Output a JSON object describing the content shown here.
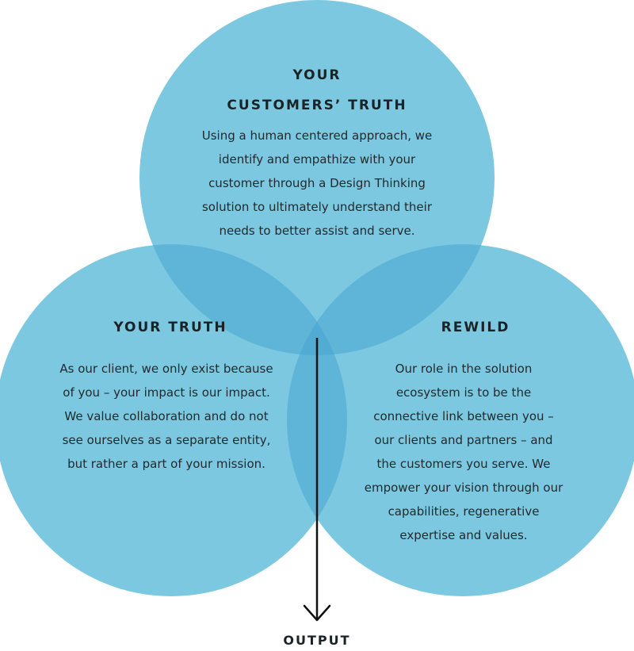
{
  "colors": {
    "circle": "#7cc8e0",
    "overlap_two": "#5eb5d8",
    "overlap_three": "#52abd3",
    "arrow": "#111111",
    "background": "#ffffff"
  },
  "top_circle": {
    "heading_lines": [
      "YOUR",
      "CUSTOMERS’ TRUTH"
    ],
    "body_lines": [
      "Using a human centered approach, we",
      "identify and empathize with your",
      "customer through a Design Thinking",
      "solution to ultimately understand their",
      "needs to better assist and serve."
    ]
  },
  "left_circle": {
    "heading": "YOUR TRUTH",
    "body_lines": [
      "As our client, we only exist because",
      "of you – your impact is our impact.",
      "We value collaboration and do not",
      "see ourselves as a separate entity,",
      "but rather a part of your mission."
    ]
  },
  "right_circle": {
    "heading": "REWILD",
    "body_lines": [
      "Our role in the solution",
      "ecosystem is to be the",
      "connective link between you –",
      "our clients and partners – and",
      "the customers you serve. We",
      "empower your vision through our",
      "capabilities, regenerative",
      "expertise and values."
    ]
  },
  "output": {
    "label": "OUTPUT",
    "arrow_icon": "down-arrow-icon"
  }
}
